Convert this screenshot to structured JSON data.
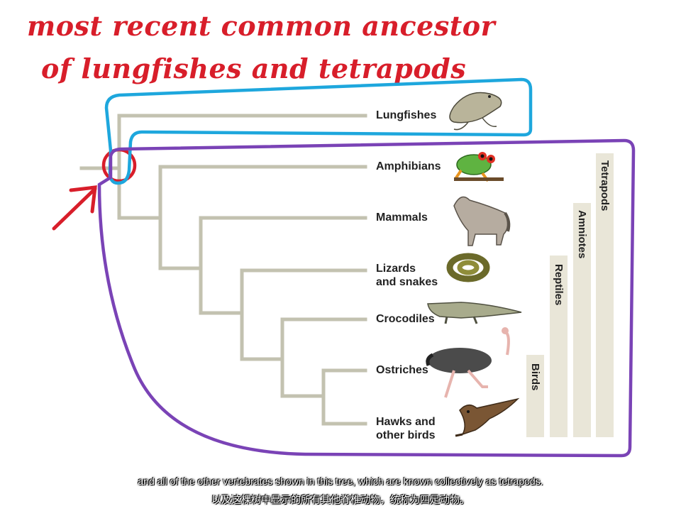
{
  "annotation": {
    "line1": "most recent common ancestor",
    "line2": "of lungfishes and tetrapods"
  },
  "taxa": {
    "lungfishes": "Lungfishes",
    "amphibians": "Amphibians",
    "mammals": "Mammals",
    "lizards": "Lizards\nand snakes",
    "crocodiles": "Crocodiles",
    "ostriches": "Ostriches",
    "hawks": "Hawks and\nother birds"
  },
  "clades": {
    "tetrapods": "Tetrapods",
    "amniotes": "Amniotes",
    "reptiles": "Reptiles",
    "birds": "Birds"
  },
  "subtitles": {
    "english": "and all of the other vertebrates shown in this tree, which are known collectively as tetrapods.",
    "chinese": "以及这棵树中显示的所有其他脊椎动物，统称为四足动物。"
  },
  "colors": {
    "annotation_red": "#d81e2a",
    "branch": "#c3c2b0",
    "lungfish_outline": "#1ea7dd",
    "tetrapod_outline": "#7a43b6"
  }
}
